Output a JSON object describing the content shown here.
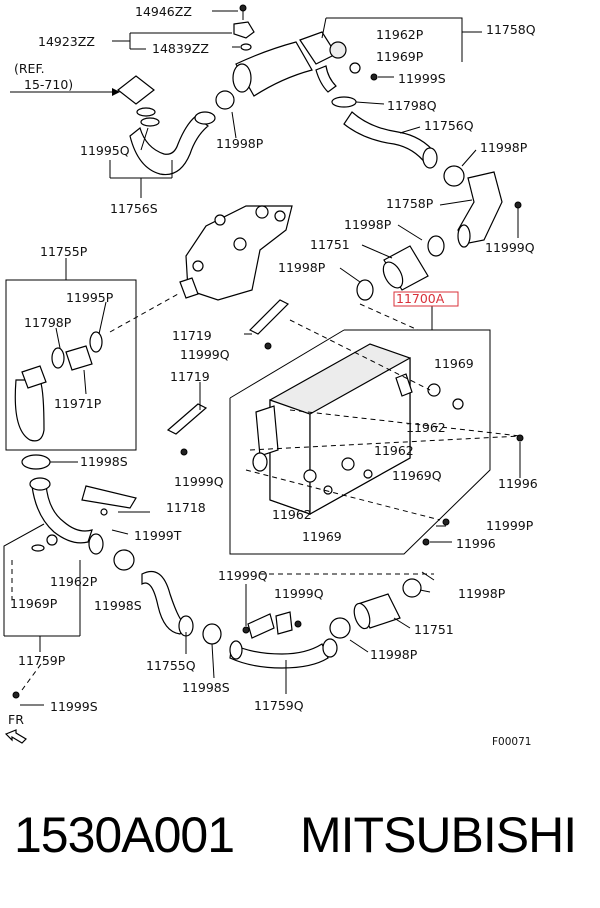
{
  "labels": {
    "p14946ZZ": "14946ZZ",
    "p14923ZZ": "14923ZZ",
    "p14839ZZ": "14839ZZ",
    "ref_line1": "(REF.",
    "ref_line2": "15-710)",
    "p11962P_top": "11962P",
    "p11758Q": "11758Q",
    "p11969P_top": "11969P",
    "p11999S_top": "11999S",
    "p11798Q": "11798Q",
    "p11756Q": "11756Q",
    "p11995Q": "11995Q",
    "p11998P_a": "11998P",
    "p11998P_b": "11998P",
    "p11756S": "11756S",
    "p11758P": "11758P",
    "p11998P_c": "11998P",
    "p11999Q_top": "11999Q",
    "p11751_top": "11751",
    "p11998P_d": "11998P",
    "p11755P": "11755P",
    "p11995P": "11995P",
    "p11798P": "11798P",
    "p11971P": "11971P",
    "p11700A": "11700A",
    "p11719_a": "11719",
    "p11999Q_a": "11999Q",
    "p11719_b": "11719",
    "p11969_r": "11969",
    "p11962_r": "11962",
    "p11962_m": "11962",
    "p11969Q": "11969Q",
    "p11999Q_b": "11999Q",
    "p11996_a": "11996",
    "p11998S_a": "11998S",
    "p11718": "11718",
    "p11962_b": "11962",
    "p11999T": "11999T",
    "p11999P": "11999P",
    "p11969_b": "11969",
    "p11996_b": "11996",
    "p11962P_bot": "11962P",
    "p11969P_bot": "11969P",
    "p11998S_b": "11998S",
    "p11999Q_c": "11999Q",
    "p11999Q_d": "11999Q",
    "p11998P_e": "11998P",
    "p11751_bot": "11751",
    "p11755Q": "11755Q",
    "p11998P_f": "11998P",
    "p11759P": "11759P",
    "p11998S_c": "11998S",
    "p11759Q": "11759Q",
    "p11999S_bot": "11999S",
    "fr": "FR",
    "figure_code": "F00071"
  },
  "colors": {
    "highlight": "#d9313a",
    "line": "#000000"
  },
  "footer": {
    "part_number": "1530A001",
    "brand": "MITSUBISHI"
  }
}
